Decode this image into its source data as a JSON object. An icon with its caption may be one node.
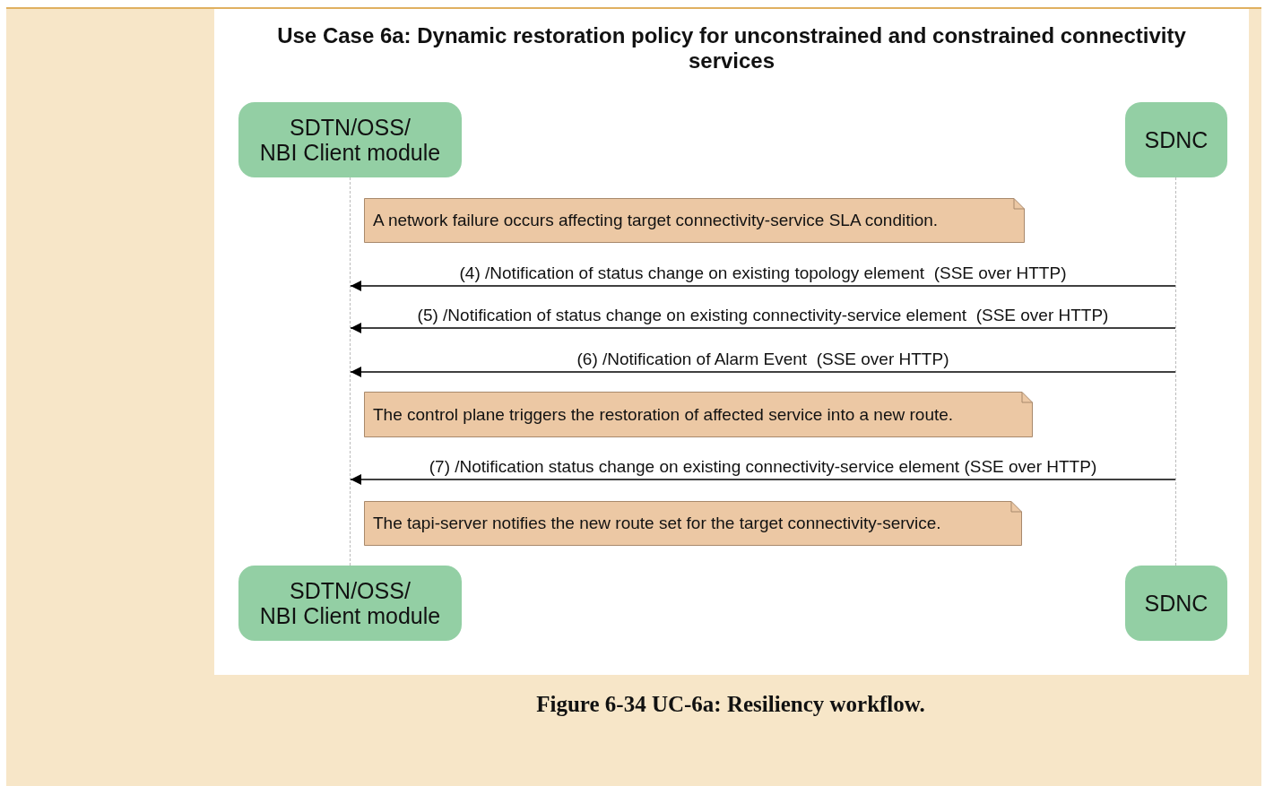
{
  "diagram": {
    "title": "Use Case 6a: Dynamic restoration policy for unconstrained and constrained connectivity services",
    "caption": "Figure 6-34 UC-6a: Resiliency workflow.",
    "nodes": [
      {
        "text": [
          "SDTN/OSS/ NBI Client module"
        ]
      },
      {
        "text": [
          "SDNC"
        ]
      },
      {
        "text": [],
        "shape": "line"
      },
      {
        "text": [],
        "shape": "line"
      },
      {
        "text": [
          "A network failure occurs affecting target connectivity-service SLA condition."
        ]
      },
      {
        "text": [
          "The control plane triggers the restoration of affected service into a new route."
        ]
      },
      {
        "text": [
          "The tapi-server notifies the new route set for the target connectivity-service."
        ]
      },
      {
        "text": [
          "SDTN/OSS/ NBI Client module"
        ]
      },
      {
        "text": [
          "SDNC"
        ]
      }
    ],
    "edges": [
      {
        "from": 3,
        "to": 2,
        "arrow": "to",
        "label": "(4) /Notification of status change on existing topology element  (SSE over HTTP)"
      },
      {
        "from": 3,
        "to": 2,
        "arrow": "to",
        "label": "(5) /Notification of status change on existing connectivity-service element  (SSE over HTTP)"
      },
      {
        "from": 3,
        "to": 2,
        "arrow": "to",
        "label": "(6) /Notification of Alarm Event  (SSE over HTTP)"
      },
      {
        "from": 3,
        "to": 2,
        "arrow": "to",
        "label": "(7) /Notification status change on existing connectivity-service element (SSE over HTTP)"
      }
    ]
  }
}
